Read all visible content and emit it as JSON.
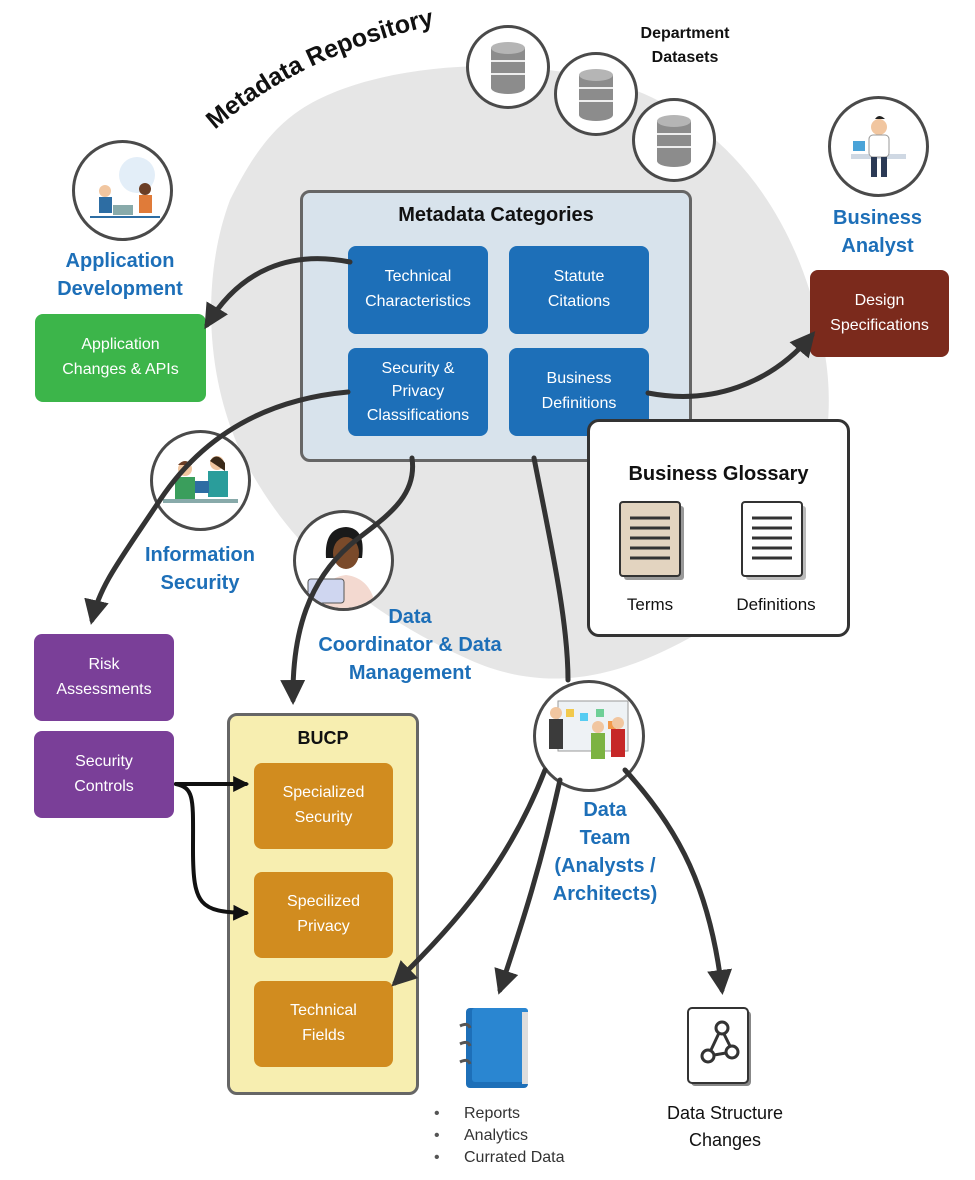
{
  "repository": {
    "title": "Metadata Repository"
  },
  "department_datasets": {
    "label": "Department\nDatasets"
  },
  "categories": {
    "title": "Metadata Categories",
    "items": [
      "Technical\nCharacteristics",
      "Statute\nCitations",
      "Security &\nPrivacy\nClassifications",
      "Business\nDefinitions"
    ]
  },
  "business_analyst": {
    "role": "Business\nAnalyst",
    "output": "Design\nSpecifications"
  },
  "application_development": {
    "role": "Application\nDevelopment",
    "output": "Application\nChanges & APIs"
  },
  "information_security": {
    "role": "Information\nSecurity",
    "outputs": [
      "Risk\nAssessments",
      "Security\nControls"
    ]
  },
  "data_coordinator": {
    "role": "Data\nCoordinator & Data\nManagement"
  },
  "business_glossary": {
    "title": "Business Glossary",
    "items": [
      "Terms",
      "Definitions"
    ]
  },
  "bucp": {
    "title": "BUCP",
    "items": [
      "Specialized\nSecurity",
      "Specilized\nPrivacy",
      "Technical\nFields"
    ]
  },
  "data_team": {
    "role": "Data\nTeam\n(Analysts /\nArchitects)"
  },
  "outputs": {
    "reports_list": [
      "Reports",
      "Analytics",
      "Currated Data"
    ],
    "data_structure": "Data Structure\nChanges"
  },
  "colors": {
    "blue": "#1d6fb8",
    "green": "#3cb54a",
    "maroon": "#7b2a1c",
    "purple": "#7a3f98",
    "gold": "#d18c1f",
    "bucp_bg": "#f7eeb0",
    "panel_bg": "#d8e3ec"
  }
}
